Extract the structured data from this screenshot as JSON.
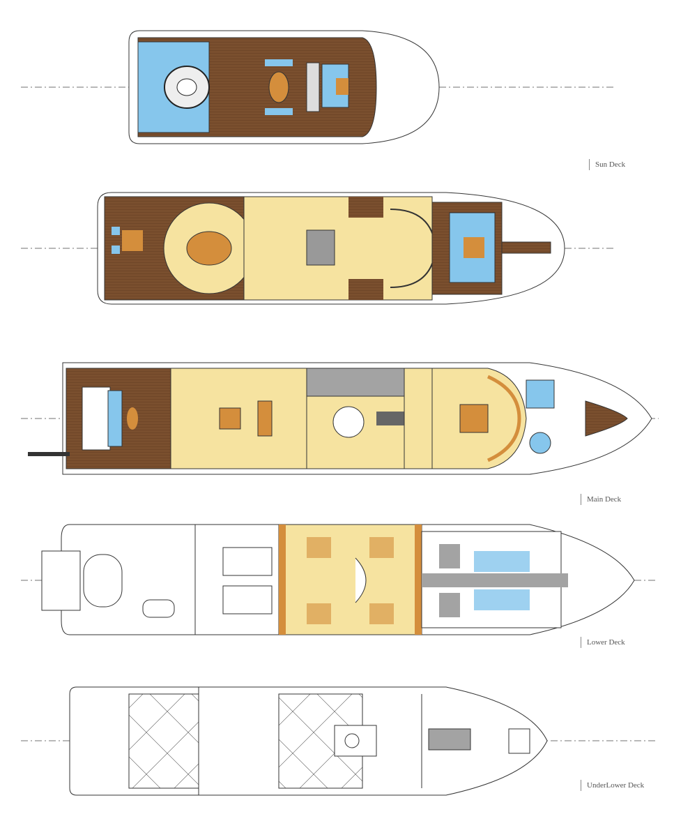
{
  "decks": [
    {
      "id": "sun",
      "label": "Sun Deck"
    },
    {
      "id": "upper",
      "label": ""
    },
    {
      "id": "main",
      "label": "Main Deck"
    },
    {
      "id": "lower",
      "label": "Lower Deck"
    },
    {
      "id": "underlower",
      "label": "UnderLower Deck"
    }
  ],
  "colors": {
    "teak": "#7a4f2e",
    "cream": "#f6e3a0",
    "accent": "#d48e3c",
    "pool": "#86c6ec",
    "service": "#a3a3a3",
    "line": "#333333"
  }
}
